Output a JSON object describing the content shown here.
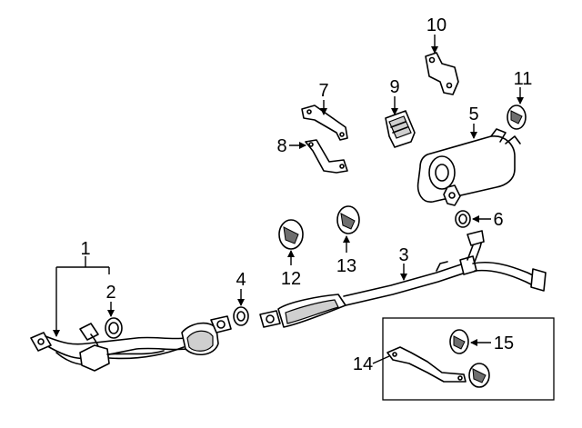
{
  "callouts": [
    {
      "id": "1",
      "label": "1"
    },
    {
      "id": "2",
      "label": "2"
    },
    {
      "id": "3",
      "label": "3"
    },
    {
      "id": "4",
      "label": "4"
    },
    {
      "id": "5",
      "label": "5"
    },
    {
      "id": "6",
      "label": "6"
    },
    {
      "id": "7",
      "label": "7"
    },
    {
      "id": "8",
      "label": "8"
    },
    {
      "id": "9",
      "label": "9"
    },
    {
      "id": "10",
      "label": "10"
    },
    {
      "id": "11",
      "label": "11"
    },
    {
      "id": "12",
      "label": "12"
    },
    {
      "id": "13",
      "label": "13"
    },
    {
      "id": "14",
      "label": "14"
    },
    {
      "id": "15",
      "label": "15"
    }
  ],
  "colors": {
    "line": "#000000",
    "background": "#ffffff",
    "shade": "#cfcfcf"
  }
}
